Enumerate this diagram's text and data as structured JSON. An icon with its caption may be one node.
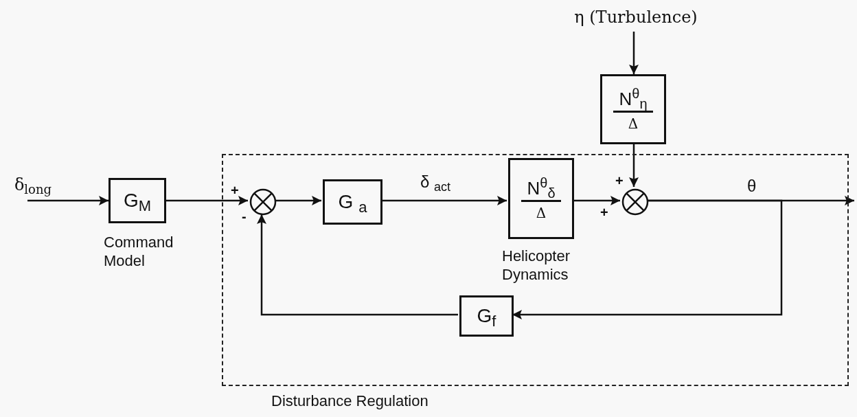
{
  "diagram": {
    "nodes": [
      {
        "text": [
          "Disturbance Regulation"
        ]
      },
      {
        "text": [
          "δ$_{long}$"
        ]
      },
      {
        "text": [
          "G$_{M}$"
        ],
        "beside": [
          "Command Model"
        ]
      },
      {
        "text": [],
        "shape": "circle",
        "in": 0
      },
      {
        "text": [
          "G $_{a}$"
        ],
        "in": 0
      },
      {
        "text": [
          "N$^{θ}$$_{δ}$",
          "Δ"
        ],
        "beside": [
          "Helicopter Dynamics"
        ],
        "in": 0
      },
      {
        "text": [],
        "shape": "circle",
        "in": 0
      },
      {
        "text": [
          "N$^{θ}$$_{η}$",
          "Δ"
        ]
      },
      {
        "text": [
          "η (Turbulence)"
        ]
      },
      {
        "text": [
          "G$_{f}$"
        ],
        "in": 0
      }
    ],
    "edges": [
      {
        "from": 1,
        "to": 2,
        "arrow": "to"
      },
      {
        "from": 2,
        "to": 3,
        "arrow": "to"
      },
      {
        "from": 3,
        "to": 4,
        "arrow": "to"
      },
      {
        "from": 4,
        "to": 5,
        "arrow": "to",
        "label": "δ $_{act}$"
      },
      {
        "from": 5,
        "to": 6,
        "arrow": "to"
      },
      {
        "from": 7,
        "to": 6,
        "arrow": "to"
      },
      {
        "from": 8,
        "to": 7,
        "arrow": "to"
      },
      {
        "from": 6,
        "to": null,
        "arrow": "to",
        "label": "θ"
      },
      {
        "from": 6,
        "to": 9,
        "arrow": "to"
      },
      {
        "from": 9,
        "to": 3,
        "arrow": "to"
      }
    ],
    "labels": [
      "+",
      "-",
      "+",
      "+"
    ]
  }
}
